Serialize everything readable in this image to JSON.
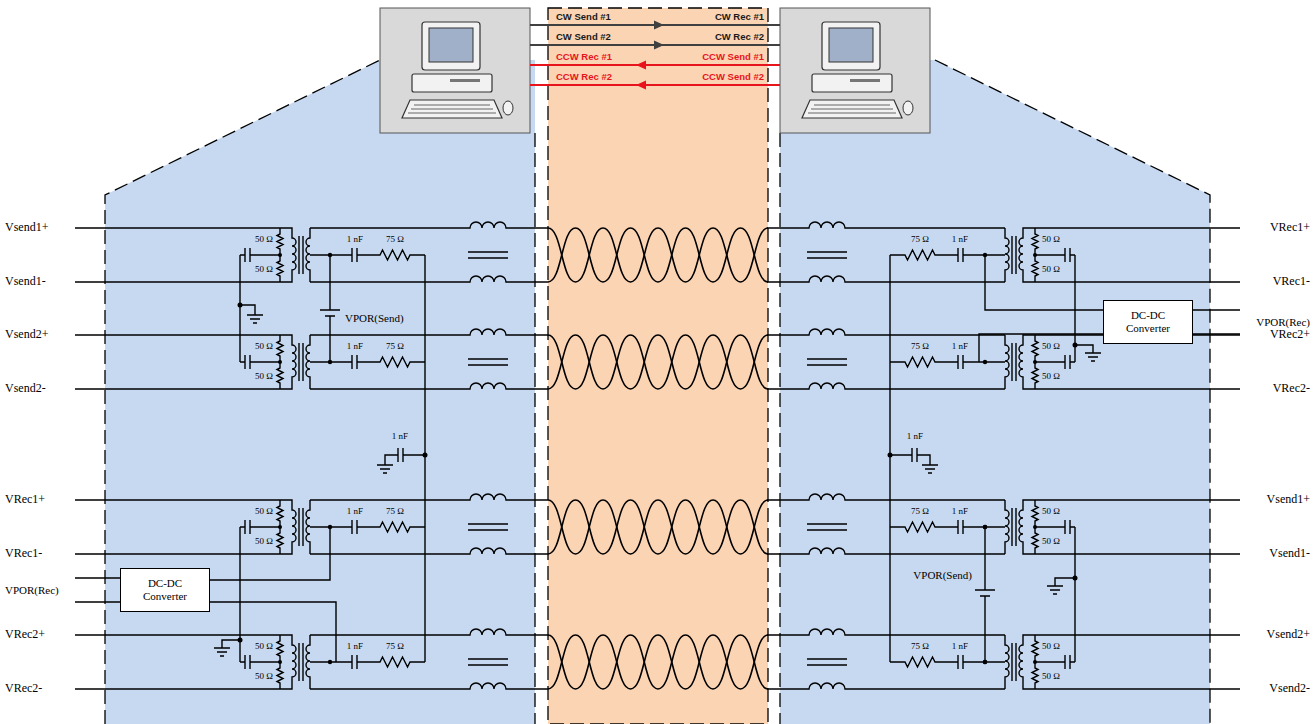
{
  "diagram": {
    "nodes": [
      {
        "text": [
          "DC-DC Converter"
        ]
      },
      {
        "text": [
          "DC-DC Converter"
        ]
      }
    ],
    "labels": [
      "CW Send #1",
      "CW Rec #1",
      "CW Send #2",
      "CW Rec #2",
      "CCW Rec #1",
      "CCW Send #1",
      "CCW Rec #2",
      "CCW Send #2",
      "Vsend1+",
      "VRec1+",
      "50 Ω",
      "50 Ω",
      "1 nF",
      "75 Ω",
      "75 Ω",
      "1 nF",
      "50 Ω",
      "50 Ω",
      "Vsend1-",
      "VRec1-",
      "Vsend2+",
      "VRec2+",
      "50 Ω",
      "50 Ω",
      "1 nF",
      "75 Ω",
      "75 Ω",
      "1 nF",
      "50 Ω",
      "50 Ω",
      "Vsend2-",
      "VRec2-",
      "VRec1+",
      "Vsend1+",
      "50 Ω",
      "50 Ω",
      "1 nF",
      "75 Ω",
      "75 Ω",
      "1 nF",
      "50 Ω",
      "50 Ω",
      "VRec1-",
      "Vsend1-",
      "VRec2+",
      "Vsend2+",
      "50 Ω",
      "50 Ω",
      "1 nF",
      "75 Ω",
      "75 Ω",
      "1 nF",
      "50 Ω",
      "50 Ω",
      "VRec2-",
      "Vsend2-",
      "1 nF",
      "1 nF",
      "VPOR(Send)",
      "VPOR(Rec)",
      "VPOR(Send)",
      "VPOR(Rec)"
    ]
  }
}
